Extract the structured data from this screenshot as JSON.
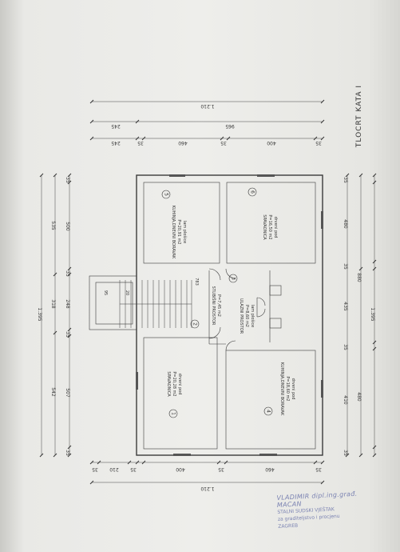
{
  "sheet_title": "TLOCRT KATA I",
  "rooms": [
    {
      "number": "1",
      "name": "SPAVAONICA",
      "area": "P=20,28 m2",
      "floor": "drveni pod"
    },
    {
      "number": "2",
      "name": "STUBIŠNI PROSTOR",
      "area": "P=7,45 m2",
      "floor": ""
    },
    {
      "number": "3",
      "name": "ULAZNI PROSTOR",
      "area": "P=8,60 m2",
      "floor": "lam plošice"
    },
    {
      "number": "4",
      "name": "KUHINJA,DNEVNI BORAVAK",
      "area": "P=18,60 m2",
      "floor": "drveni pod"
    },
    {
      "number": "5",
      "name": "KUHINJA,DNEVNI BORAVAK",
      "area": "P=20,91 m2",
      "floor": "lam plošice"
    },
    {
      "number": "6",
      "name": "SPAVAONICA",
      "area": "P=16,50 m2",
      "floor": "drveni pod"
    }
  ],
  "dims": {
    "top_total": "1.210",
    "top_row2": [
      "245",
      "965"
    ],
    "top_row3": [
      "245",
      "35",
      "460",
      "35",
      "400",
      "35"
    ],
    "bottom_total": "1.210",
    "bottom_row": [
      "35",
      "210",
      "35",
      "400",
      "35",
      "460",
      "35"
    ],
    "left_total": "1.395",
    "left_mid": [
      "542",
      "318",
      "535"
    ],
    "left_inner": [
      "35",
      "507",
      "35",
      "248",
      "35",
      "500",
      "35"
    ],
    "right_total": "1.395",
    "right_mid": [
      "480",
      "880"
    ],
    "right_inner": [
      "35",
      "410",
      "35",
      "435",
      "35",
      "480",
      "35"
    ],
    "stair_labels": [
      "95",
      "20",
      "783"
    ]
  },
  "stamp": {
    "line1": "VLADIMIR dipl.ing.građ.",
    "line2": "MACAN",
    "line3": "STALNI SUDSKI VJEŠTAK",
    "line4": "za graditeljstvo i procjenu",
    "line5": "ZAGREB"
  }
}
